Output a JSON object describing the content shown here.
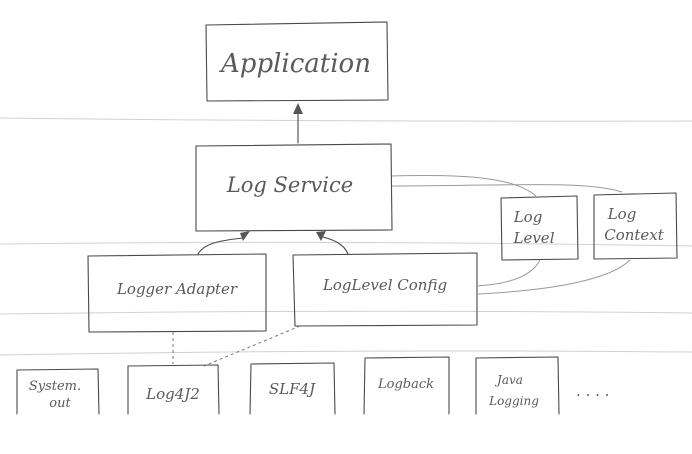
{
  "diagram": {
    "application": "Application",
    "log_service": "Log Service",
    "log_level": [
      "Log",
      "Level"
    ],
    "log_context": [
      "Log",
      "Context"
    ],
    "logger_adapter": "Logger Adapter",
    "log_level_config": "LogLevel Config",
    "backends": {
      "system_out": [
        "System.",
        "out"
      ],
      "log4j2": "Log4J2",
      "slf4j": "SLF4J",
      "logback": "Logback",
      "java_logging": [
        "Java",
        "Logging"
      ],
      "more": ". . . ."
    }
  },
  "colors": {
    "ink": "#4a4a4a",
    "paper": "#ffffff",
    "faint_line": "#d2d2d2"
  }
}
